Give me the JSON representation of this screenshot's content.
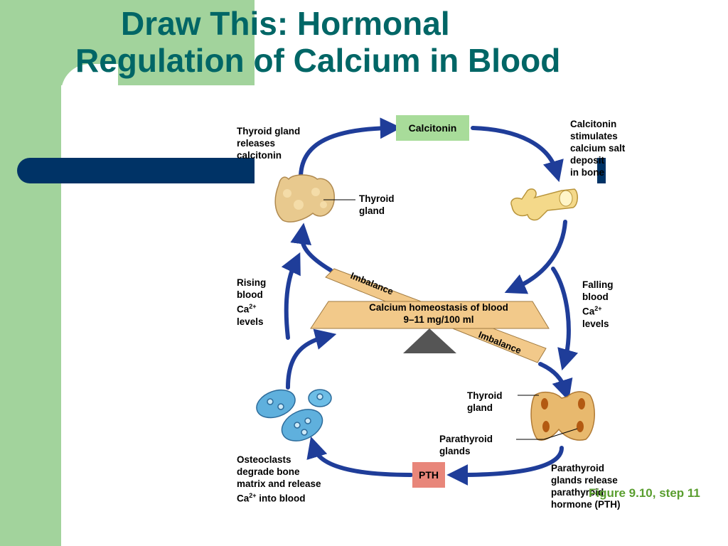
{
  "slide": {
    "title_line1": "Draw This: Hormonal",
    "title_line2": "Regulation of Calcium in Blood",
    "figure_ref": "Figure 9.10, step 11"
  },
  "diagram": {
    "calcitonin_box": "Calcitonin",
    "pth_box": "PTH",
    "thyroid_releases": "Thyroid gland\nreleases\ncalcitonin",
    "thyroid_gland_top": "Thyroid\ngland",
    "calcitonin_stimulates": "Calcitonin\nstimulates\ncalcium salt\ndeposit\nin bone",
    "rising": {
      "line1": "Rising",
      "line2": "blood",
      "ca": "Ca",
      "sup": "2+",
      "line4": "levels"
    },
    "falling": {
      "line1": "Falling",
      "line2": "blood",
      "ca": "Ca",
      "sup": "2+",
      "line4": "levels"
    },
    "homeostasis_line1": "Calcium homeostasis of blood",
    "homeostasis_line2": "9–11 mg/100 ml",
    "imbalance_top": "Imbalance",
    "imbalance_bottom": "Imbalance",
    "thyroid_gland_bottom": "Thyroid\ngland",
    "parathyroid_glands": "Parathyroid\nglands",
    "parathyroid_release": "Parathyroid\nglands release\nparathyroid\nhormone (PTH)",
    "osteoclasts": {
      "line1": "Osteoclasts",
      "line2": "degrade bone",
      "line3": "matrix and release",
      "ca": "Ca",
      "sup": "2+",
      "tail": " into blood"
    }
  },
  "colors": {
    "title": "#006666",
    "arrow": "#1f3d99",
    "calcitonin_box": "#a8dc9a",
    "pth_box": "#e8867a",
    "plank": "#f2c98a",
    "background_green": "#a2d39c",
    "navy": "#003366"
  },
  "icons": [
    "thyroid-gland-icon",
    "bone-icon",
    "parathyroid-thyroid-icon",
    "osteoclast-cells-icon",
    "seesaw-fulcrum-icon"
  ]
}
